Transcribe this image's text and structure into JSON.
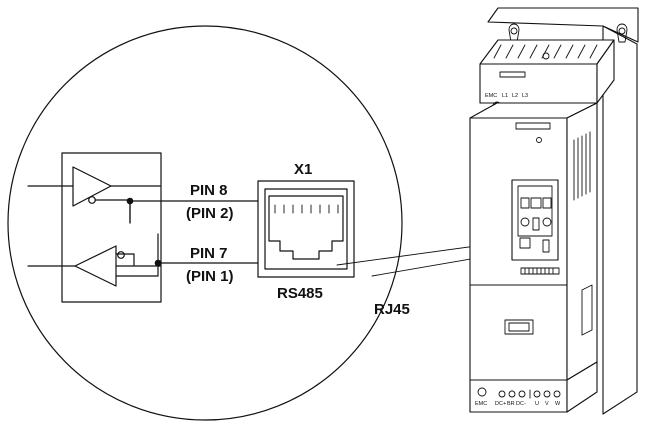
{
  "diagram": {
    "connector": {
      "designator": "X1",
      "bus_label": "RS485",
      "pins": [
        {
          "label": "PIN 8",
          "alt_label": "(PIN 2)"
        },
        {
          "label": "PIN 7",
          "alt_label": "(PIN 1)"
        }
      ]
    },
    "callout_label": "RJ45",
    "device_labels": {
      "top_terminals": [
        "EMC",
        "L1",
        "L2",
        "L3"
      ],
      "bottom_left": "EMC",
      "bottom_terminals": [
        "DC+",
        "BR",
        "DC-",
        "U",
        "V",
        "W"
      ]
    }
  }
}
